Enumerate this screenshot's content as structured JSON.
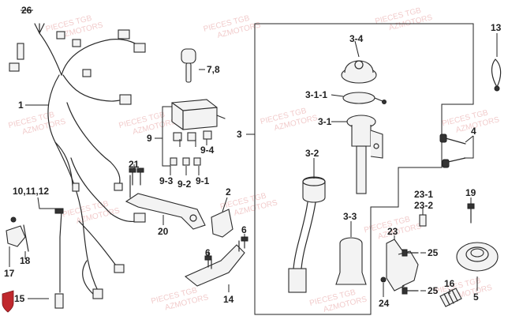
{
  "watermark": {
    "line1": "PIECES TGB",
    "line2": "AZMOTORS"
  },
  "labels": {
    "l26": "26",
    "l1": "1",
    "l78": "7,8",
    "l9": "9",
    "l94": "9-4",
    "l93": "9-3",
    "l92": "9-2",
    "l91": "9-1",
    "l21": "21",
    "l101112": "10,11,12",
    "l18": "18",
    "l17": "17",
    "l15": "15",
    "l20": "20",
    "l2": "2",
    "l6a": "6",
    "l6b": "6",
    "l14": "14",
    "l3": "3",
    "l34": "3-4",
    "l311": "3-1-1",
    "l31": "3-1",
    "l32": "3-2",
    "l33": "3-3",
    "l13": "13",
    "l4": "4",
    "l231": "23-1",
    "l232": "23-2",
    "l19": "19",
    "l23": "23",
    "l25a": "25",
    "l25b": "25",
    "l24": "24",
    "l16": "16",
    "l5": "5"
  },
  "colors": {
    "logo": "#c0282d",
    "watermark": "#e7a1a1",
    "ink": "#222222"
  },
  "icons": {
    "logo": "shield-logo-icon"
  }
}
